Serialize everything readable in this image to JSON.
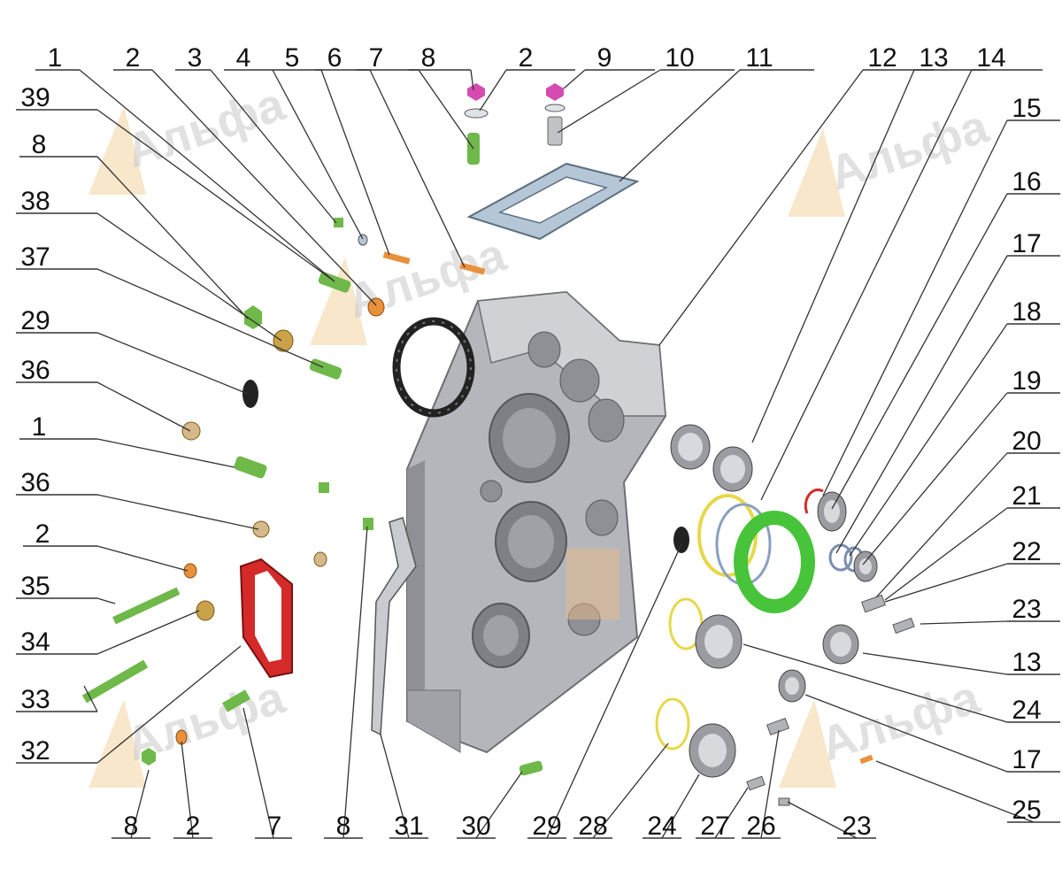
{
  "diagram": {
    "watermark_text": "Альфа",
    "callouts": [
      "1",
      "2",
      "3",
      "4",
      "5",
      "6",
      "7",
      "8",
      "2",
      "9",
      "10",
      "11",
      "12",
      "13",
      "14",
      "39",
      "15",
      "8",
      "16",
      "38",
      "17",
      "37",
      "18",
      "29",
      "19",
      "36",
      "20",
      "1",
      "21",
      "36",
      "22",
      "2",
      "23",
      "35",
      "13",
      "34",
      "24",
      "33",
      "17",
      "32",
      "25",
      "8",
      "2",
      "7",
      "8",
      "31",
      "30",
      "29",
      "28",
      "24",
      "27",
      "26",
      "23"
    ],
    "colors": {
      "housing": "#b4b6bb",
      "green": "#6fb84a",
      "orange": "#e8903c",
      "gold": "#d6b060",
      "gasket_red": "#d42a2a",
      "gasket_grey": "#b5c7d6",
      "magenta": "#d64bb0",
      "ring_yellow": "#e6d84a",
      "ring_green": "#47c43a",
      "line": "#333333"
    }
  }
}
